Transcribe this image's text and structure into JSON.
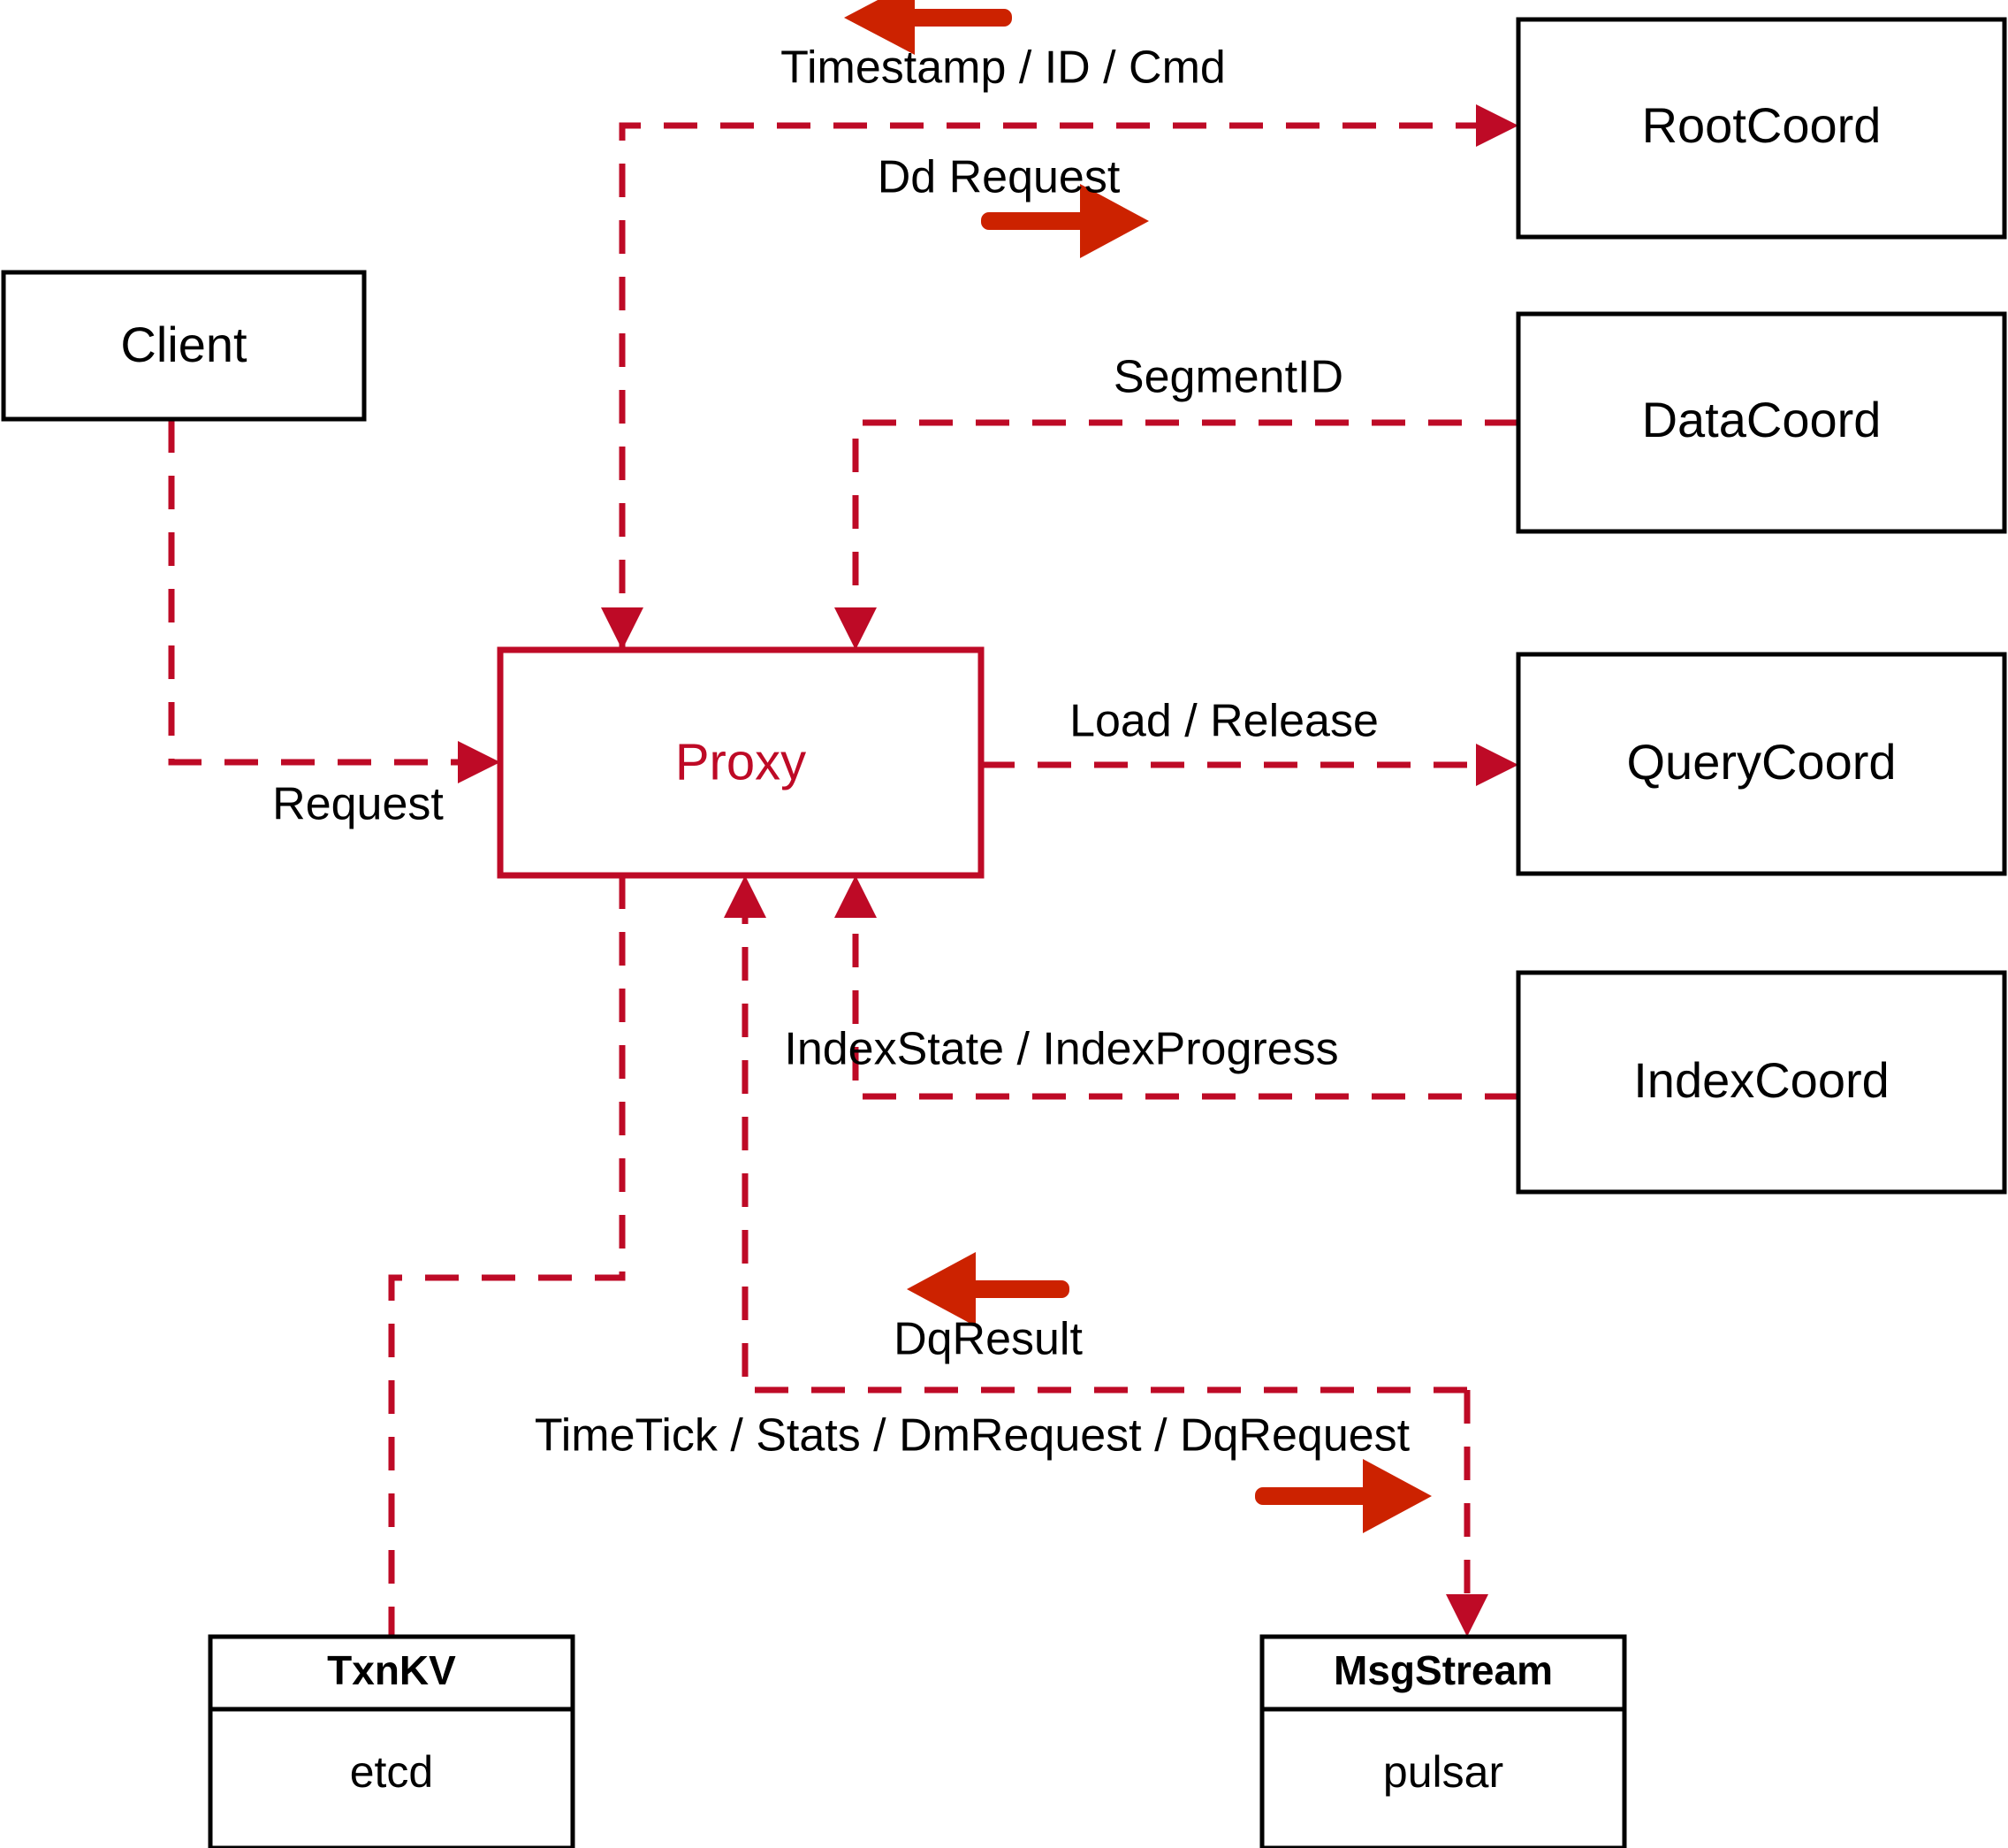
{
  "diagram": {
    "title": "Milvus Proxy interaction diagram",
    "colors": {
      "flow_line": "#BE0A26",
      "direction_arrow": "#CC2200",
      "node_stroke": "#000000",
      "proxy_stroke": "#BE0A26",
      "proxy_text": "#BE0A26",
      "background": "#FFFFFF"
    },
    "nodes": {
      "client": {
        "label": "Client"
      },
      "proxy": {
        "label": "Proxy"
      },
      "root_coord": {
        "label": "RootCoord"
      },
      "data_coord": {
        "label": "DataCoord"
      },
      "query_coord": {
        "label": "QueryCoord"
      },
      "index_coord": {
        "label": "IndexCoord"
      },
      "txnkv": {
        "header": "TxnKV",
        "body": "etcd"
      },
      "msgstream": {
        "header": "MsgStream",
        "body": "pulsar"
      }
    },
    "edges": [
      {
        "id": "client-request",
        "label": "Request",
        "from": "Client",
        "to": "Proxy",
        "direction": "right"
      },
      {
        "id": "dd-request",
        "label": "Dd Request",
        "from": "Proxy",
        "to": "RootCoord",
        "direction": "right"
      },
      {
        "id": "timestamp-id-cmd",
        "label": "Timestamp / ID / Cmd",
        "from": "RootCoord",
        "to": "Proxy",
        "direction": "left"
      },
      {
        "id": "segment-id",
        "label": "SegmentID",
        "from": "DataCoord",
        "to": "Proxy",
        "direction": "left"
      },
      {
        "id": "load-release",
        "label": "Load / Release",
        "from": "Proxy",
        "to": "QueryCoord",
        "direction": "right"
      },
      {
        "id": "index-state-progress",
        "label": "IndexState / IndexProgress",
        "from": "IndexCoord",
        "to": "Proxy",
        "direction": "left"
      },
      {
        "id": "dq-result",
        "label": "DqResult",
        "from": "MsgStream",
        "to": "Proxy",
        "direction": "left"
      },
      {
        "id": "timetick-stats-dm-dq",
        "label": "TimeTick / Stats / DmRequest / DqRequest",
        "from": "Proxy",
        "to": "MsgStream",
        "direction": "right"
      },
      {
        "id": "proxy-txnkv",
        "label": "",
        "from": "Proxy",
        "to": "TxnKV",
        "direction": "down"
      }
    ]
  }
}
